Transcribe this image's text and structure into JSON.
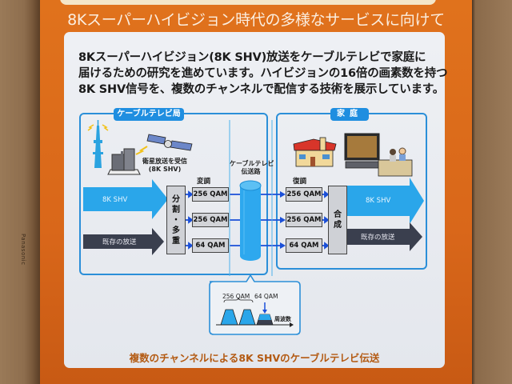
{
  "monitor": {
    "brand": "Panasonic"
  },
  "headline": "8Kスーパーハイビジョン時代の多様なサービスに向けて",
  "intro": {
    "lines": [
      "8Kスーパーハイビジョン(8K SHV)放送をケーブルテレビで家庭に",
      "届けるための研究を進めています。ハイビジョンの16倍の画素数を持つ",
      "8K SHV信号を、複数のチャンネルで配信する技術を展示しています。"
    ]
  },
  "cable_station": {
    "title": "ケーブルテレビ局",
    "satellite_label_line1": "衛星放送を受信",
    "satellite_label_line2": "(8K SHV)",
    "modulation_label": "変調",
    "input_8k": "8K SHV",
    "input_existing": "既存の放送",
    "split_mux_label": [
      "分",
      "割",
      "・",
      "多",
      "重"
    ],
    "modulators": [
      "256 QAM",
      "256 QAM",
      "64 QAM"
    ]
  },
  "transmission": {
    "label_line1": "ケーブルテレビ",
    "label_line2": "伝送路"
  },
  "home": {
    "title": "家庭",
    "demodulation_label": "復調",
    "demodulators": [
      "256 QAM",
      "256 QAM",
      "64 QAM"
    ],
    "combine_label": [
      "合",
      "成"
    ],
    "output_8k": "8K SHV",
    "output_existing": "既存の放送"
  },
  "spectrum_inset": {
    "label_256": "256 QAM",
    "label_64": "64 QAM",
    "axis_label": "周波数"
  },
  "caption": "複数のチャンネルによる8K SHVのケーブルテレビ伝送",
  "colors": {
    "screen_orange": "#d9671a",
    "accent_blue": "#1f8ee0",
    "arrow_cyan": "#2aa6ea",
    "arrow_dark": "#3a3f4e",
    "caption_brown": "#b35a12"
  }
}
